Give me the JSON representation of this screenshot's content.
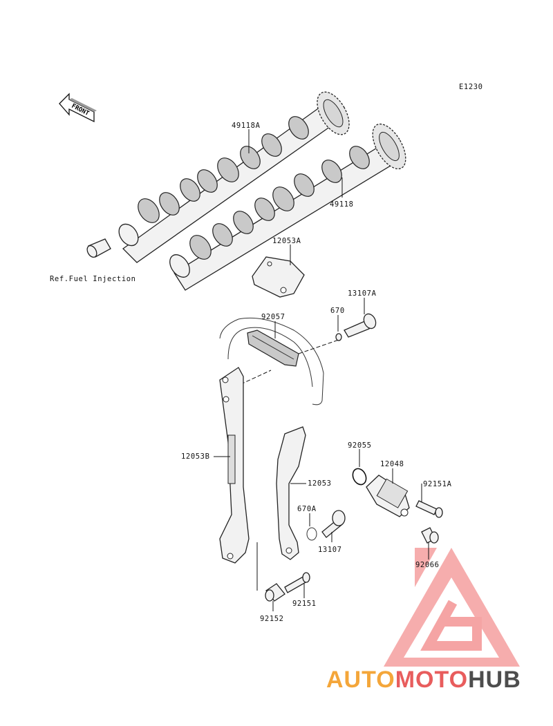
{
  "diagram_id": "E1230",
  "front_marker": "FRONT",
  "reference_note": "Ref.Fuel Injection",
  "parts": [
    {
      "id": "p49118A",
      "label": "49118A"
    },
    {
      "id": "p49118",
      "label": "49118"
    },
    {
      "id": "p12053A",
      "label": "12053A"
    },
    {
      "id": "p13107A",
      "label": "13107A"
    },
    {
      "id": "p670",
      "label": "670"
    },
    {
      "id": "p92057",
      "label": "92057"
    },
    {
      "id": "p12053B",
      "label": "12053B"
    },
    {
      "id": "p12053",
      "label": "12053"
    },
    {
      "id": "p92055",
      "label": "92055"
    },
    {
      "id": "p12048",
      "label": "12048"
    },
    {
      "id": "p92151A",
      "label": "92151A"
    },
    {
      "id": "p670A",
      "label": "670A"
    },
    {
      "id": "p13107",
      "label": "13107"
    },
    {
      "id": "p92066",
      "label": "92066"
    },
    {
      "id": "p92152",
      "label": "92152"
    },
    {
      "id": "p92151",
      "label": "92151"
    }
  ],
  "watermark": {
    "part1": "AUTO",
    "part2": "MOTO",
    "part3": "HUB",
    "color1": "#f4a63a",
    "color2": "#e85d5d",
    "color3": "#4d4d4d"
  }
}
